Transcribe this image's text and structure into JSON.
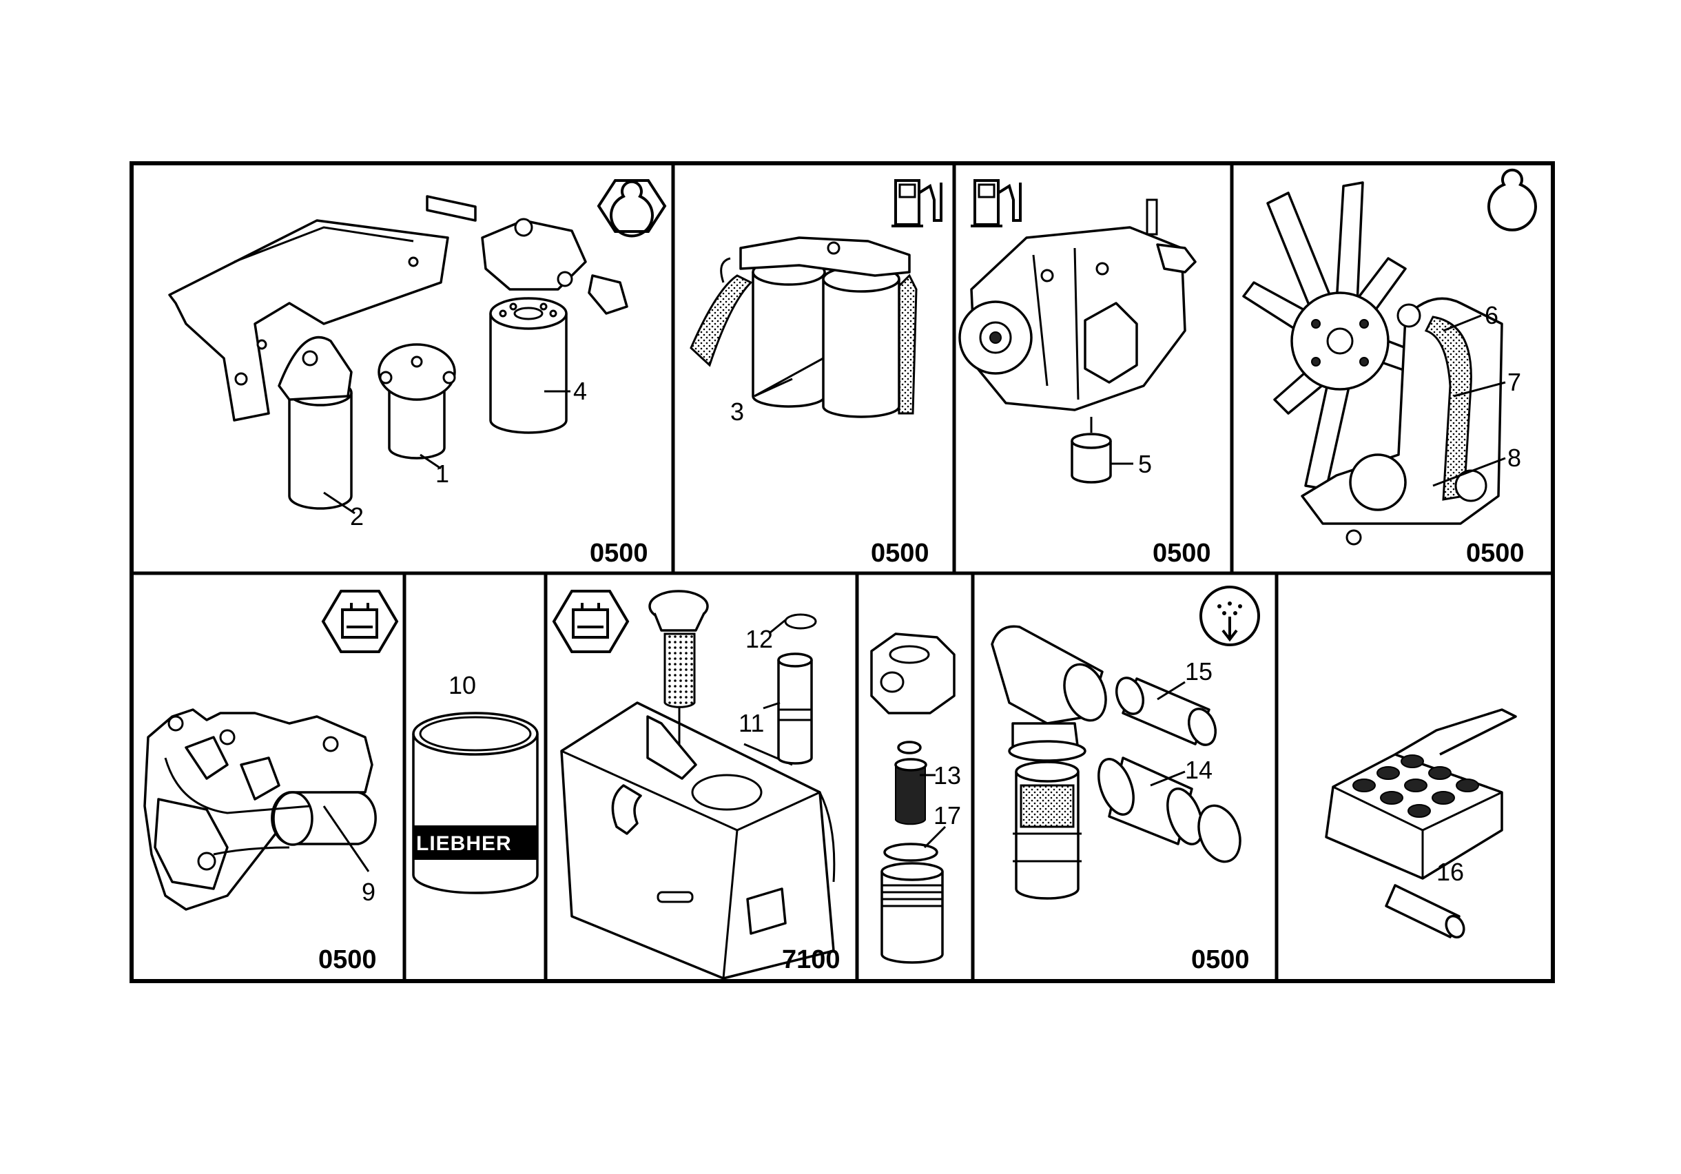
{
  "panels": [
    {
      "id": "engine-oil-filter",
      "symbol": "engine-oil-icon",
      "code": "0500",
      "labels": [
        "1",
        "2",
        "4"
      ]
    },
    {
      "id": "fuel-filter",
      "symbol": "fuel-pump-icon",
      "code": "0500",
      "labels": [
        "3"
      ]
    },
    {
      "id": "injection-pump",
      "symbol": "fuel-pump-icon",
      "code": "0500",
      "labels": [
        "5"
      ]
    },
    {
      "id": "fan-belts",
      "symbol": "engine-oil-icon",
      "code": "0500",
      "labels": [
        "6",
        "7",
        "8"
      ]
    },
    {
      "id": "hydraulic-pump",
      "symbol": "hydraulic-tank-icon",
      "code": "0500",
      "labels": [
        "9"
      ]
    },
    {
      "id": "liebherr-filter",
      "symbol": "",
      "code": "",
      "labels": [
        "10"
      ],
      "brand_text": "LIEBHER"
    },
    {
      "id": "hydraulic-tank",
      "symbol": "hydraulic-tank-icon",
      "code": "7100",
      "labels": [
        "11",
        "12"
      ]
    },
    {
      "id": "inline-filter",
      "symbol": "",
      "code": "",
      "labels": [
        "13",
        "17"
      ]
    },
    {
      "id": "air-filter",
      "symbol": "air-filter-icon",
      "code": "0500",
      "labels": [
        "14",
        "15"
      ]
    },
    {
      "id": "spare-box",
      "symbol": "",
      "code": "",
      "labels": [
        "16"
      ]
    }
  ]
}
